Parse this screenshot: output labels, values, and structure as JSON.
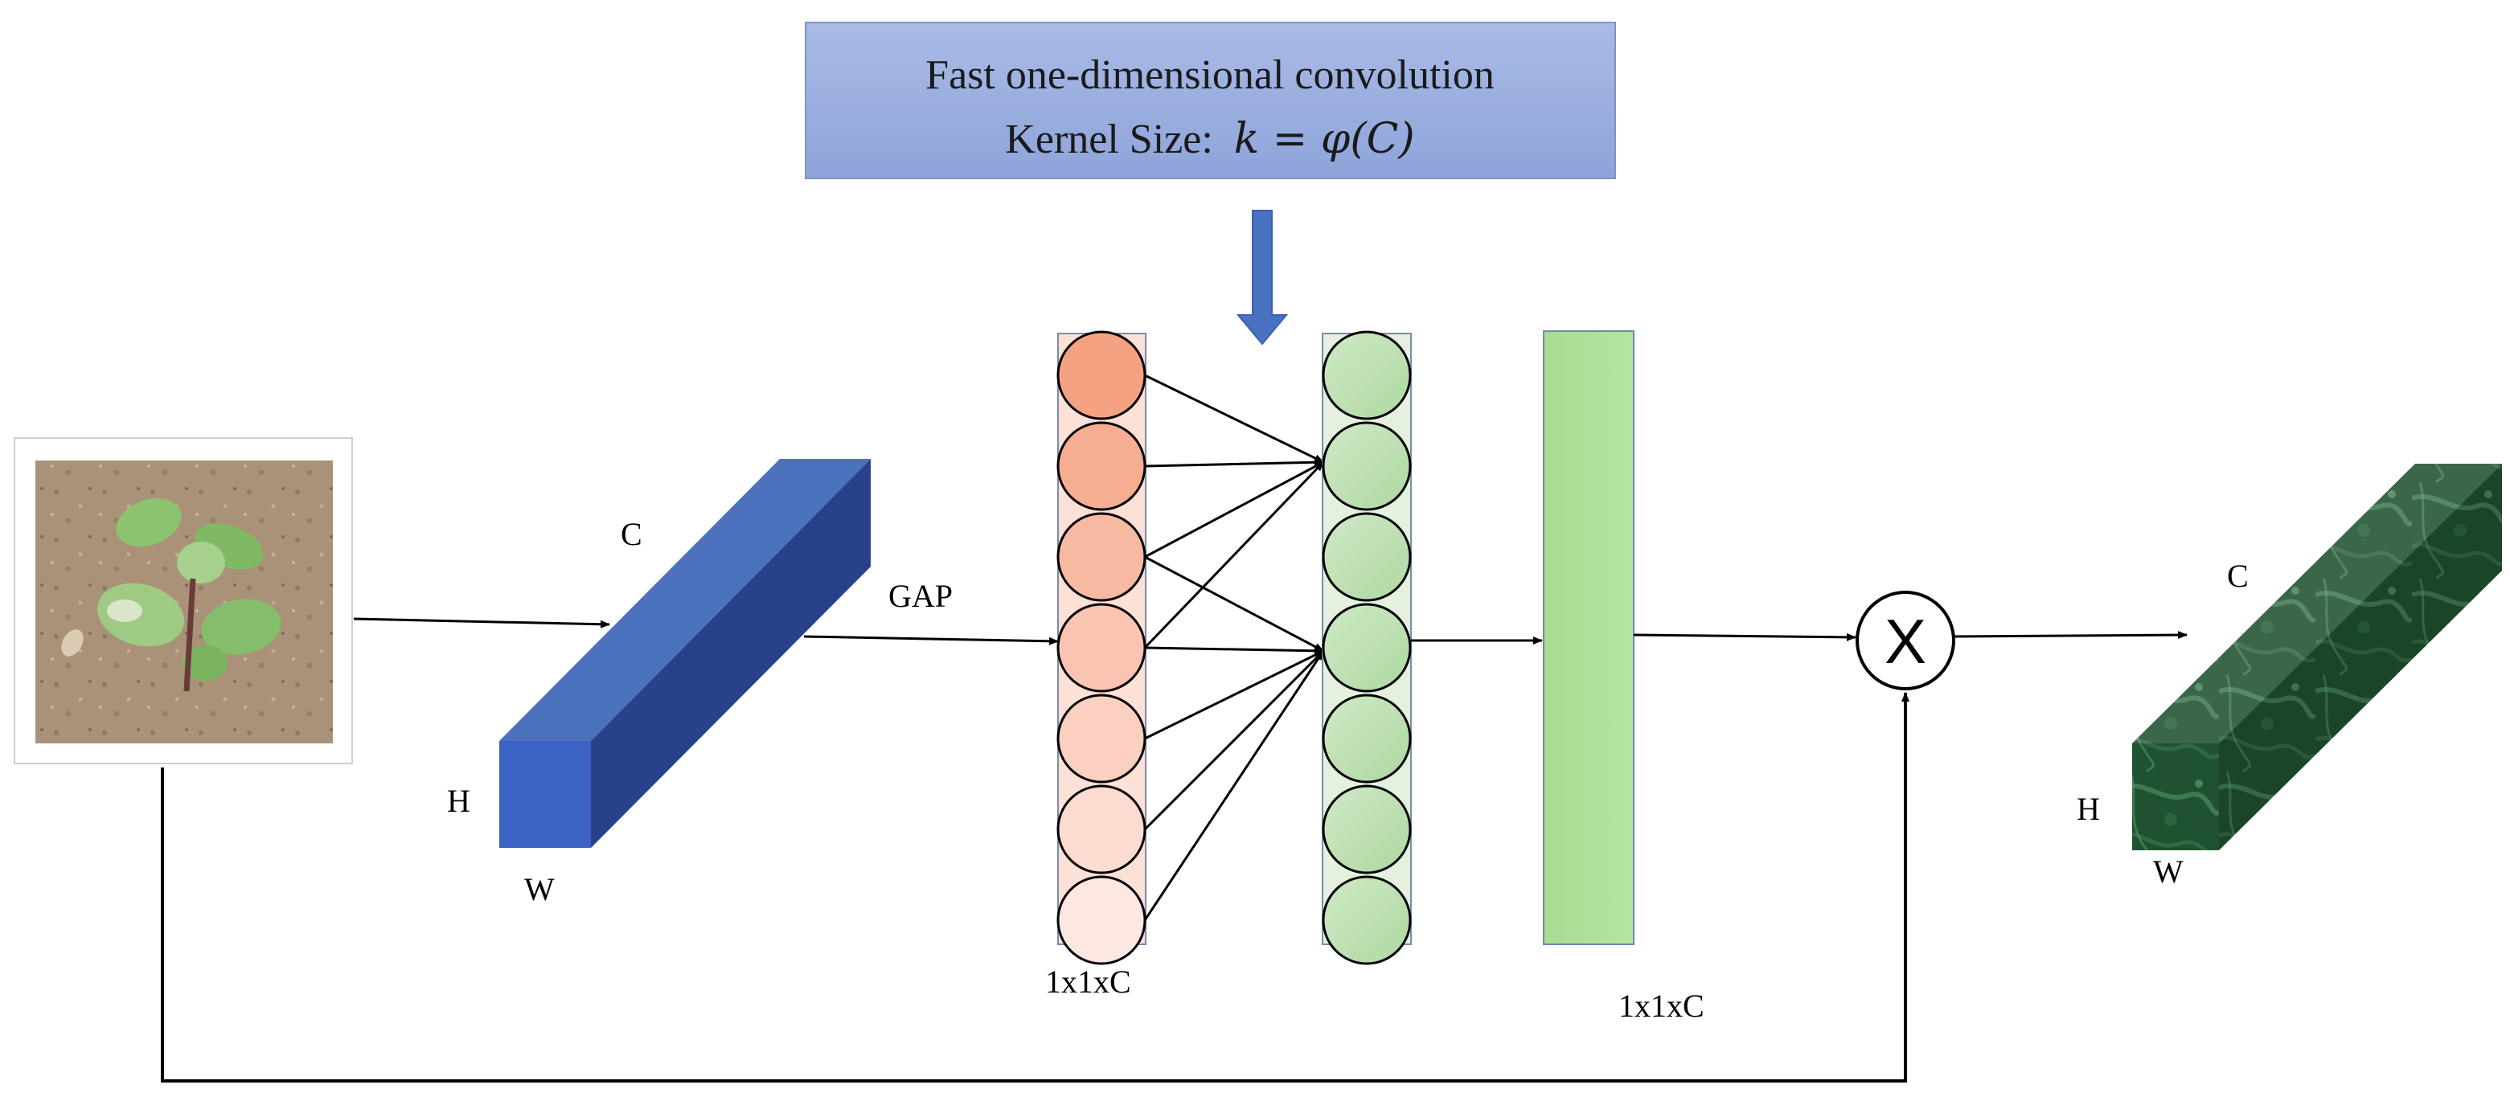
{
  "conv_box": {
    "line1": "Fast one-dimensional convolution",
    "line2_prefix": "Kernel Size:",
    "formula": "k = φ(C)"
  },
  "input_block": {
    "label_c": "C",
    "label_h": "H",
    "label_w": "W"
  },
  "gap_label": "GAP",
  "pooled_vector": {
    "node_count": 7,
    "label": "1x1xC"
  },
  "conv_vector": {
    "node_count": 7
  },
  "weight_vector": {
    "label": "1x1xC"
  },
  "multiply_symbol": "X",
  "output_block": {
    "label_c": "C",
    "label_h": "H",
    "label_w": "W"
  },
  "colors": {
    "conv_box": "#9aaedf",
    "input_block_front": "#3a63c4",
    "input_block_top": "#4d72bd",
    "input_block_side": "#27428a",
    "pooled_node_top": "#f5a282",
    "pooled_node_bottom": "#fde7e1",
    "conv_node": "#c4e3bb",
    "weight_bar": "#ade199",
    "output_block": "#1e4f2b"
  },
  "icons": [
    "plant-photo",
    "down-arrow-icon",
    "multiply-icon"
  ]
}
